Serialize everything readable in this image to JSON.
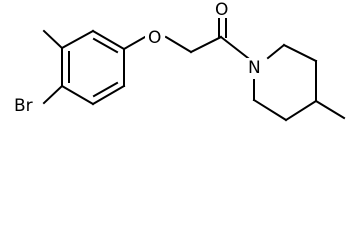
{
  "molecule": {
    "atoms": {
      "oxygen_ether": "O",
      "oxygen_carbonyl": "O",
      "nitrogen": "N",
      "bromine": "Br"
    }
  },
  "colors": {
    "bond": "#000000",
    "background": "#ffffff",
    "text": "#000000"
  }
}
